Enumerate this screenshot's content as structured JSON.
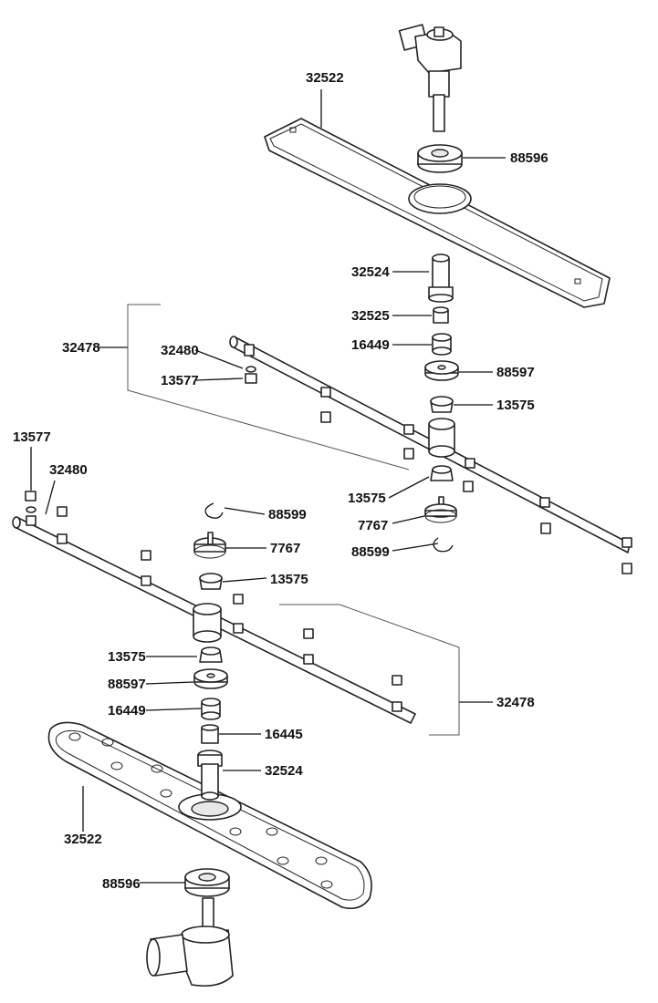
{
  "parts": {
    "upper_arm": "32522",
    "upper_bearing": "88596",
    "upper_tube": "32524",
    "upper_sleeve": "32525",
    "upper_bushing": "16449",
    "upper_gear": "88597",
    "upper_nozzle_left_top": "32480",
    "upper_nozzle_left_bottom": "13577",
    "upper_spray_bar": "32478",
    "upper_washer_top": "13575",
    "upper_washer_bottom": "13575",
    "upper_gear_bottom": "7767",
    "upper_clip_bottom": "88599",
    "lower_nozzle_13577": "13577",
    "lower_nozzle_32480": "32480",
    "lower_clip_top": "88599",
    "lower_gear_top": "7767",
    "lower_washer_top": "13575",
    "lower_washer_bottom": "13575",
    "lower_gear": "88597",
    "lower_bushing": "16449",
    "lower_sleeve": "16445",
    "lower_tube": "32524",
    "lower_arm": "32522",
    "lower_bearing": "88596",
    "lower_spray_bar": "32478"
  }
}
